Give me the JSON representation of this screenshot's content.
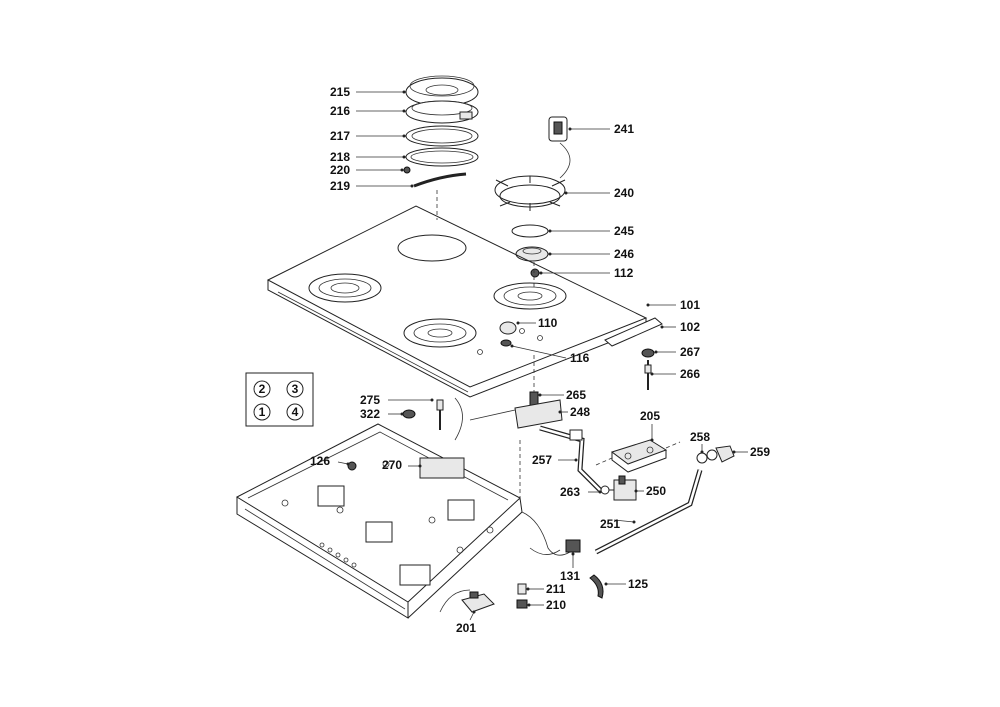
{
  "diagram": {
    "layout_grid": [
      "2",
      "3",
      "1",
      "4"
    ],
    "callouts": [
      {
        "id": "c215",
        "text": "215"
      },
      {
        "id": "c216",
        "text": "216"
      },
      {
        "id": "c217",
        "text": "217"
      },
      {
        "id": "c218",
        "text": "218"
      },
      {
        "id": "c220",
        "text": "220"
      },
      {
        "id": "c219",
        "text": "219"
      },
      {
        "id": "c241",
        "text": "241"
      },
      {
        "id": "c240",
        "text": "240"
      },
      {
        "id": "c245",
        "text": "245"
      },
      {
        "id": "c246",
        "text": "246"
      },
      {
        "id": "c112",
        "text": "112"
      },
      {
        "id": "c101",
        "text": "101"
      },
      {
        "id": "c102",
        "text": "102"
      },
      {
        "id": "c110",
        "text": "110"
      },
      {
        "id": "c116",
        "text": "116"
      },
      {
        "id": "c267",
        "text": "267"
      },
      {
        "id": "c266",
        "text": "266"
      },
      {
        "id": "c275",
        "text": "275"
      },
      {
        "id": "c322",
        "text": "322"
      },
      {
        "id": "c265",
        "text": "265"
      },
      {
        "id": "c248",
        "text": "248"
      },
      {
        "id": "c205",
        "text": "205"
      },
      {
        "id": "c258",
        "text": "258"
      },
      {
        "id": "c259",
        "text": "259"
      },
      {
        "id": "c126",
        "text": "126"
      },
      {
        "id": "c270",
        "text": "270"
      },
      {
        "id": "c257",
        "text": "257"
      },
      {
        "id": "c263",
        "text": "263"
      },
      {
        "id": "c250",
        "text": "250"
      },
      {
        "id": "c251",
        "text": "251"
      },
      {
        "id": "c131",
        "text": "131"
      },
      {
        "id": "c125",
        "text": "125"
      },
      {
        "id": "c211",
        "text": "211"
      },
      {
        "id": "c210",
        "text": "210"
      },
      {
        "id": "c201",
        "text": "201"
      }
    ]
  }
}
